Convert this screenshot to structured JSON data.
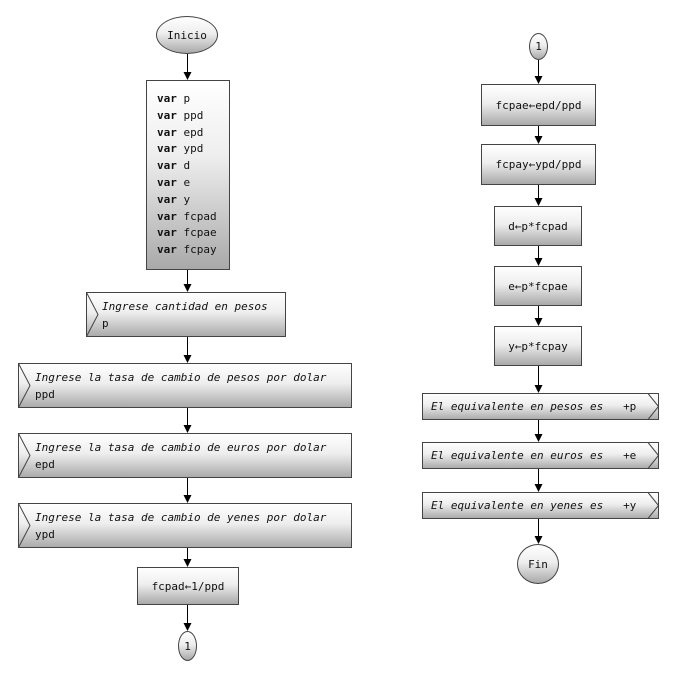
{
  "start": "Inicio",
  "end": "Fin",
  "connector": "1",
  "declarations": [
    "p",
    "ppd",
    "epd",
    "ypd",
    "d",
    "e",
    "y",
    "fcpad",
    "fcpae",
    "fcpay"
  ],
  "var_keyword": "var",
  "inputs": [
    {
      "prompt": "Ingrese cantidad en pesos",
      "var": "p"
    },
    {
      "prompt": "Ingrese la tasa de cambio de pesos por dolar",
      "var": "ppd"
    },
    {
      "prompt": "Ingrese la tasa de cambio de euros por dolar",
      "var": "epd"
    },
    {
      "prompt": "Ingrese la tasa de cambio de yenes por dolar",
      "var": "ypd"
    }
  ],
  "assignments": [
    "fcpad←1/ppd",
    "fcpae←epd/ppd",
    "fcpay←ypd/ppd",
    "d←p*fcpad",
    "e←p*fcpae",
    "y←p*fcpay"
  ],
  "outputs": [
    {
      "text": "El equivalente en pesos es",
      "var": "+p"
    },
    {
      "text": "El equivalente en euros es",
      "var": "+e"
    },
    {
      "text": "El equivalente en yenes es",
      "var": "+y"
    }
  ]
}
